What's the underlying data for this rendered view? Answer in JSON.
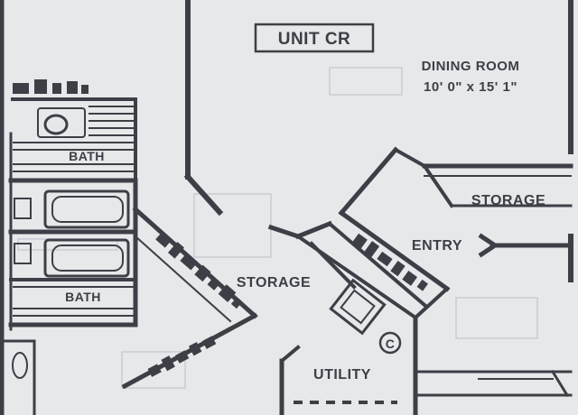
{
  "plan": {
    "unit_label": "UNIT CR",
    "dining_room": {
      "name": "DINING ROOM",
      "dimensions": "10' 0\" x 15' 1\""
    },
    "rooms": {
      "bath_upper": "BATH",
      "bath_lower": "BATH",
      "storage_right": "STORAGE",
      "storage_center": "STORAGE",
      "entry": "ENTRY",
      "utility": "UTILITY"
    },
    "fixture_marks": {
      "utility_c": "C"
    }
  },
  "colors": {
    "paper": "#e6e8ea",
    "ink": "#3c4046"
  }
}
